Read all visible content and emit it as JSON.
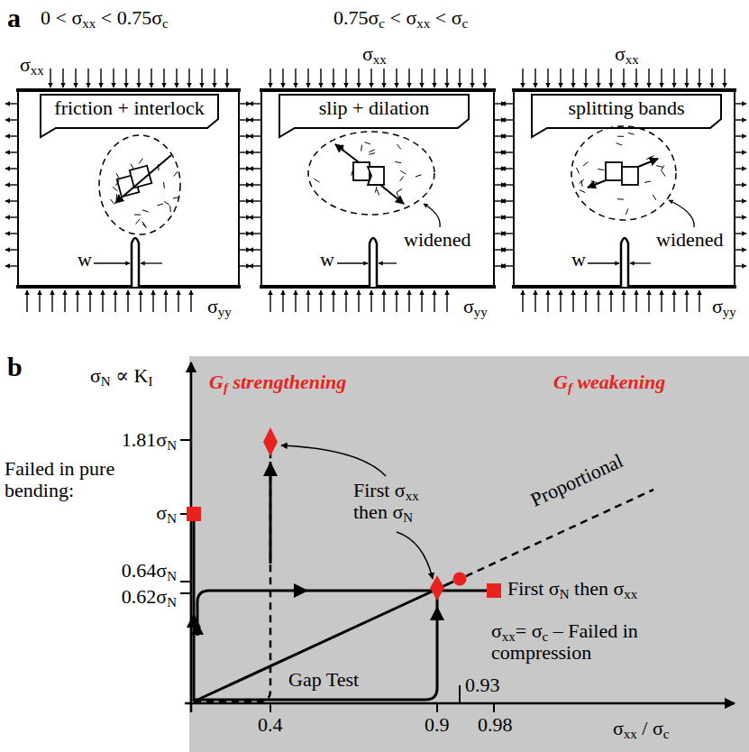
{
  "diagram": {
    "nodes": [
      {
        "text": [
          "friction + interlock"
        ]
      },
      {
        "text": [
          "slip + dilation"
        ]
      },
      {
        "text": [
          "splitting bands"
        ]
      }
    ],
    "labels": [
      "a",
      "0 < σxx < 0.75σc",
      "0.75σc < σxx < σc",
      "σxx",
      "σxx",
      "σxx",
      "w",
      "w",
      "widened",
      "w",
      "widened",
      "σyy",
      "σyy",
      "σyy",
      "b",
      "σN ∝ KI",
      "Gf strengthening",
      "Gf weakening",
      "1.81σN",
      "Failed in pure bending:",
      "σN",
      "0.64σN",
      "0.62σN",
      "First σxx then σN",
      "Proportional",
      "First σN then σxx",
      "σxx= σc – Failed in compression",
      "Gap Test",
      "0.93",
      "0.4",
      "0.9",
      "0.98",
      "σxx / σc"
    ]
  }
}
